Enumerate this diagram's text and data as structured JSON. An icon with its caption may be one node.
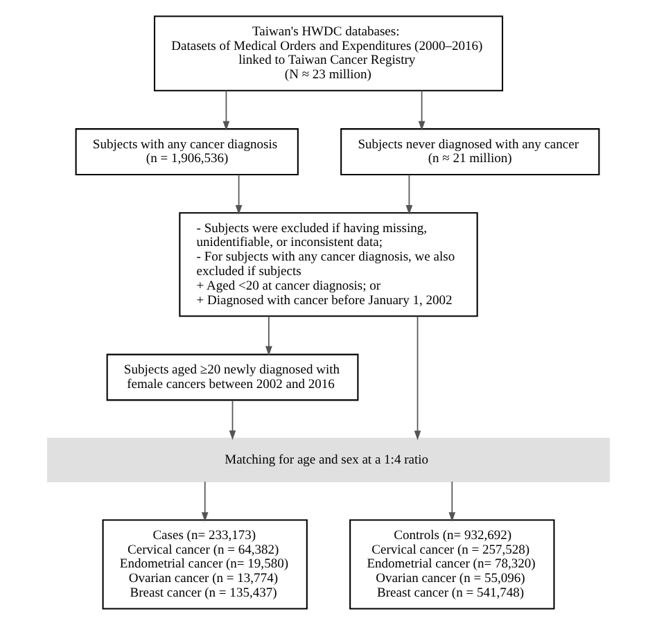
{
  "diagram": {
    "nodes": [
      {
        "text": [
          "Taiwan's HWDC databases:",
          "Datasets of Medical Orders and Expenditures (2000–2016) linked to Taiwan Cancer Registry",
          "(N ≈ 23 million)"
        ]
      },
      {
        "text": [
          "Subjects with any cancer diagnosis",
          "(n = 1,906,536)"
        ]
      },
      {
        "text": [
          "Subjects never diagnosed with any cancer",
          "(n ≈ 21 million)"
        ]
      },
      {
        "text": [
          "- Subjects were excluded if having missing, unidentifiable, or inconsistent data;",
          "- For subjects with any cancer diagnosis, we also excluded if subjects",
          "+ Aged <20 at cancer diagnosis; or",
          "+ Diagnosed with cancer before January 1, 2002"
        ]
      },
      {
        "text": [
          "Subjects aged ≥20 newly diagnosed with female cancers between 2002 and 2016"
        ]
      },
      {
        "text": [
          "Matching for age and sex at a 1:4 ratio"
        ]
      },
      {
        "text": [
          "Cases (n= 233,173)",
          "Cervical cancer (n = 64,382)",
          "Endometrial cancer (n= 19,580)",
          "Ovarian cancer (n = 13,774)",
          "Breast cancer (n = 135,437)"
        ]
      },
      {
        "text": [
          "Controls (n= 932,692)",
          "Cervical cancer (n = 257,528)",
          "Endometrial cancer (n= 78,320)",
          "Ovarian cancer (n = 55,096)",
          "Breast cancer (n = 541,748)"
        ]
      }
    ],
    "edges": [
      {
        "from": 0,
        "to": 1,
        "arrow": "to"
      },
      {
        "from": 0,
        "to": 2,
        "arrow": "to"
      },
      {
        "from": 1,
        "to": 3,
        "arrow": "to"
      },
      {
        "from": 2,
        "to": 3,
        "arrow": "to"
      },
      {
        "from": 3,
        "to": 4,
        "arrow": "to"
      },
      {
        "from": 3,
        "to": 5,
        "arrow": "to"
      },
      {
        "from": 4,
        "to": 5,
        "arrow": "to"
      },
      {
        "from": 5,
        "to": 6,
        "arrow": "to"
      },
      {
        "from": 5,
        "to": 7,
        "arrow": "to"
      }
    ]
  }
}
